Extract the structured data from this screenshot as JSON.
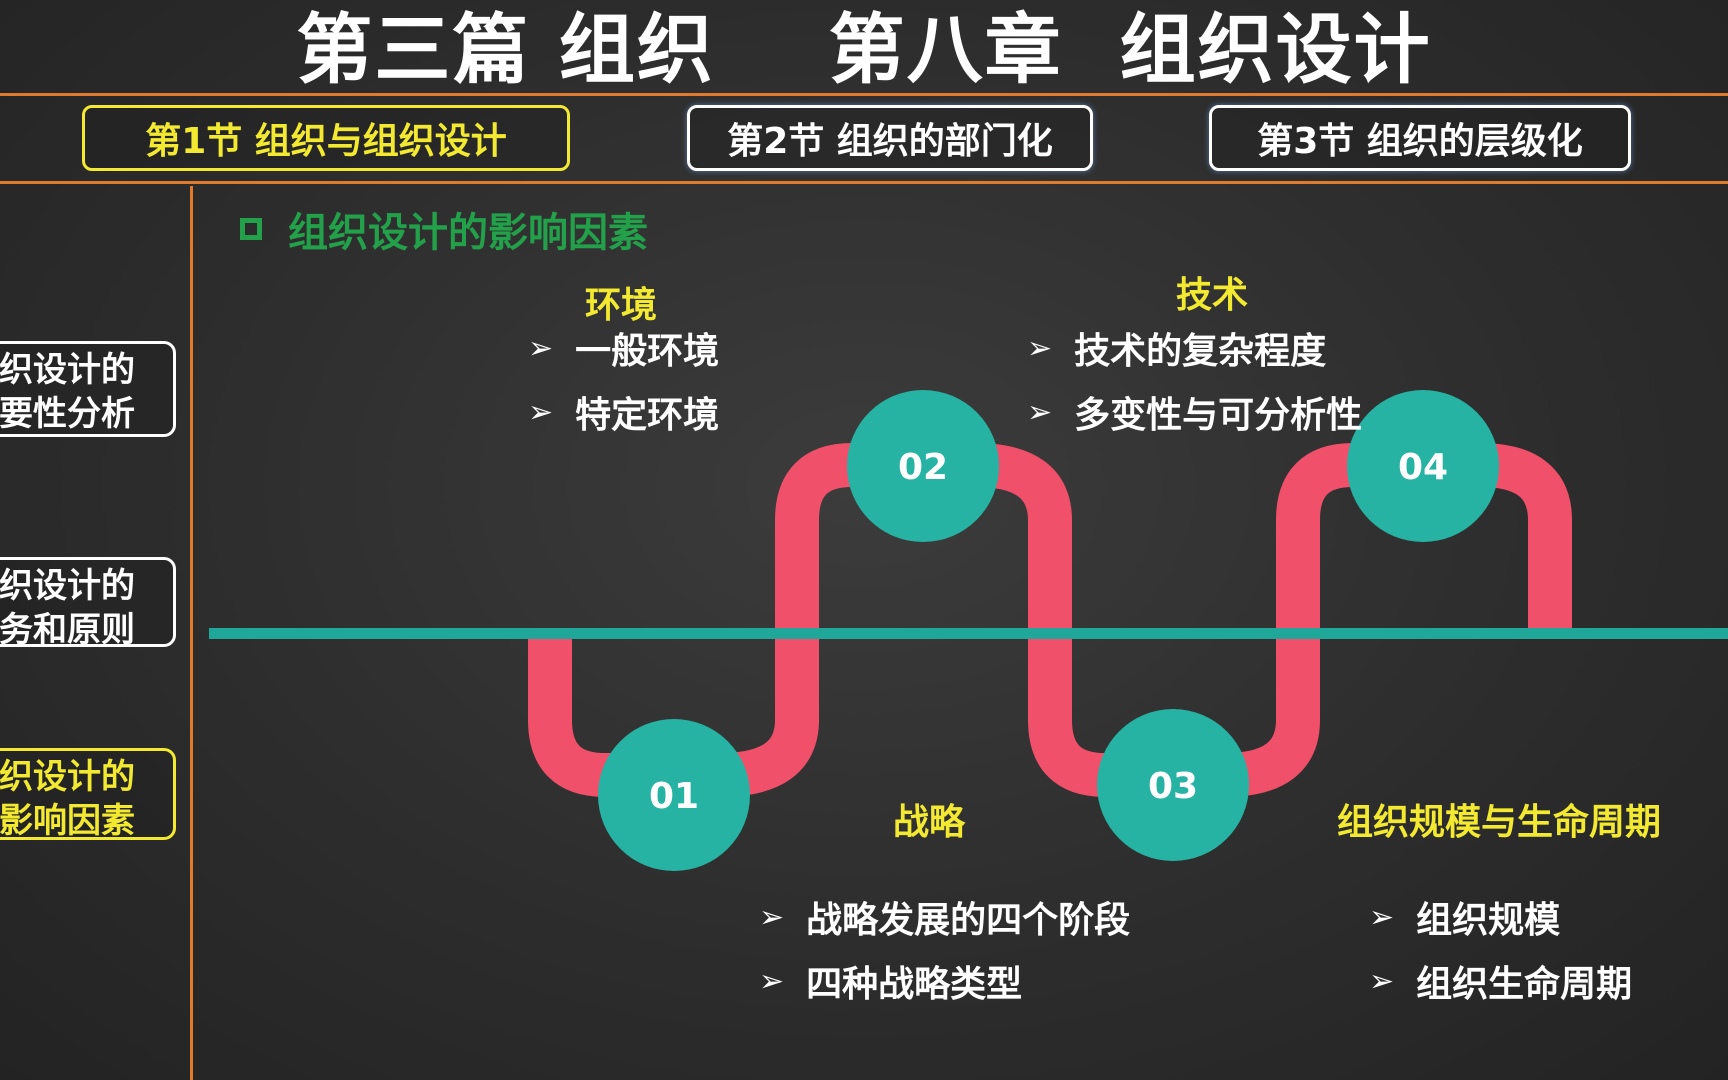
{
  "header": {
    "title": "第三篇 组织    第八章  组织设计"
  },
  "tabs": [
    {
      "label": "第1节 组织与组织设计",
      "active": true
    },
    {
      "label": "第2节 组织的部门化",
      "active": false
    },
    {
      "label": "第3节 组织的层级化",
      "active": false
    }
  ],
  "sidebar": {
    "items": [
      {
        "line1": "织设计的",
        "line2": "要性分析",
        "active": false
      },
      {
        "line1": "织设计的",
        "line2": "务和原则",
        "active": false
      },
      {
        "line1": "织设计的",
        "line2": "影响因素",
        "active": true
      }
    ]
  },
  "section": {
    "title": "组织设计的影响因素"
  },
  "factors": [
    {
      "number": "01",
      "title": "环境",
      "bullets": [
        "一般环境",
        "特定环境"
      ]
    },
    {
      "number": "02",
      "title": "战略",
      "bullets": [
        "战略发展的四个阶段",
        "四种战略类型"
      ]
    },
    {
      "number": "03",
      "title": "技术",
      "bullets": [
        "技术的复杂程度",
        "多变性与可分析性"
      ]
    },
    {
      "number": "04",
      "title": "组织规模与生命周期",
      "bullets": [
        "组织规模",
        "组织生命周期"
      ]
    }
  ],
  "colors": {
    "accent_orange": "#e07b2e",
    "highlight_yellow": "#f2e930",
    "section_green": "#22a04a",
    "node_teal": "#27b3a3",
    "path_red": "#f0506a",
    "baseline_teal": "#1fa89a"
  }
}
